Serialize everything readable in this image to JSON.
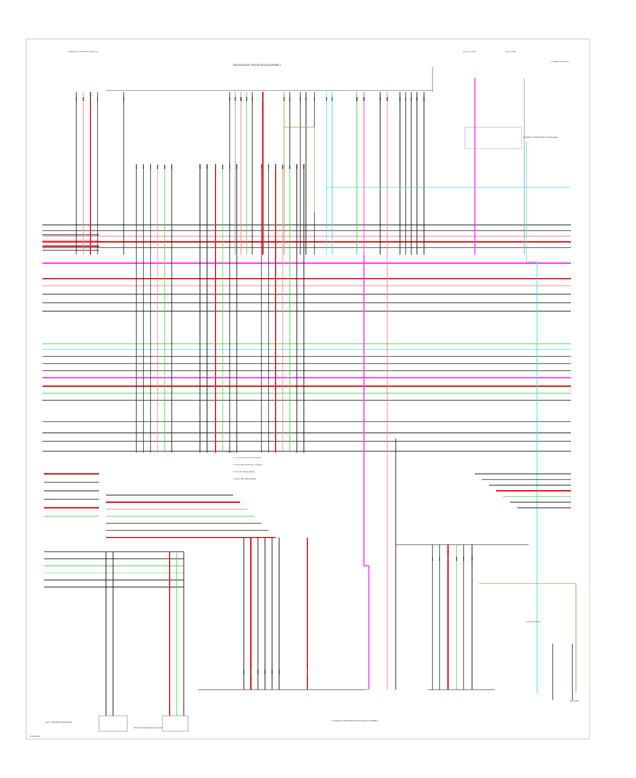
{
  "title": "",
  "labels": {
    "top_center": "NAVIGATION RECEIVER ASSEMBLY",
    "top_left_connector": "REMOTE CONTROL SWITCH",
    "top_right_a": "RADIO FUSE",
    "top_right_b": "ACC FUSE",
    "top_right_c": "POWER SOURCE",
    "right_device": "STEREO COMPONENT AMPLIFIER",
    "bottom_center": "STEREO COMPONENT AMPLIFIER ASSEMBLY",
    "bottom_left_a": "LEFT TWEETER SPEAKER",
    "bottom_left_b": "RIGHT TWEETER SPEAKER",
    "bottom_right_device": "SUB WOOFER",
    "bottom_right_ground": "GROUND",
    "legend_title": "NOTES",
    "legend_1": "1: W/ NAVIGATION SYSTEM",
    "legend_2": "2: W/O NAVIGATION SYSTEM",
    "legend_3": "3: W/ JBL SPEAKERS",
    "legend_4": "4: W/O JBL SPEAKERS",
    "footer_id": "W0000000"
  },
  "colors": {
    "black": "#222222",
    "gray": "#9a9a9a",
    "red": "#e8202a",
    "pink": "#f28a8a",
    "green": "#4fd24f",
    "lightgreen": "#9be89b",
    "magenta": "#ff40ff",
    "cyan": "#44e0f0",
    "tan": "#b8a060",
    "border": "#c8c8c8"
  }
}
